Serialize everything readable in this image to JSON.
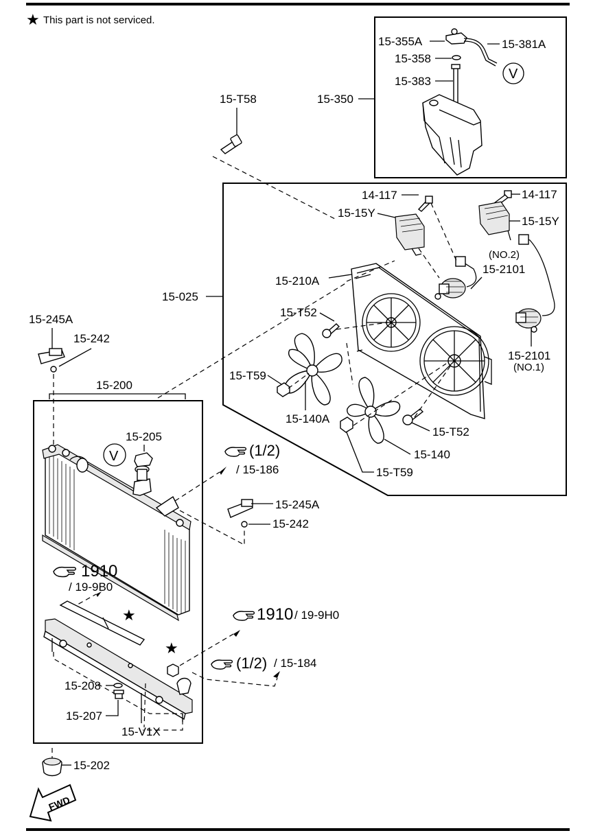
{
  "note": {
    "star": "★",
    "text": "This part is not serviced."
  },
  "parts": {
    "reservoir_cap": "15-355A",
    "gasket": "15-358",
    "hose_overflow": "15-381A",
    "level_gauge": "15-383",
    "reservoir": "15-350",
    "screw_top": "15-T58",
    "bolt_left": "14-117",
    "bolt_right": "14-117",
    "resistor_left": "15-15Y",
    "resistor_right": "15-15Y",
    "no2_note": "(NO.2)",
    "motor_no2": "15-2101",
    "shroud": "15-210A",
    "fan_assy": "15-025",
    "screw_t52_upper": "15-T52",
    "motor_no1": "15-2101",
    "no1_note": "(NO.1)",
    "nut_t59_left": "15-T59",
    "fan_140a": "15-140A",
    "screw_t52_lower": "15-T52",
    "fan_140": "15-140",
    "nut_t59_lower": "15-T59",
    "bracket_upper": "15-245A",
    "bushing_upper": "15-242",
    "radiator": "15-200",
    "rad_cap": "15-205",
    "bracket_lower": "15-245A",
    "bushing_lower": "15-242",
    "drain_seal": "15-208",
    "drain_plug": "15-207",
    "tank": "15-V1X",
    "mount_lower": "15-202",
    "v_marker": "V"
  },
  "refs": {
    "ref_186_num": "(1/2)",
    "ref_186_sub": "/ 15-186",
    "ref_1910a_num": "1910",
    "ref_1910a_sub": "/ 19-9B0",
    "ref_1910b_num": "1910",
    "ref_1910b_sub": "/ 19-9H0",
    "ref_184_num": "(1/2)",
    "ref_184_sub": "/ 15-184"
  },
  "direction": {
    "fwd": "FWD"
  }
}
